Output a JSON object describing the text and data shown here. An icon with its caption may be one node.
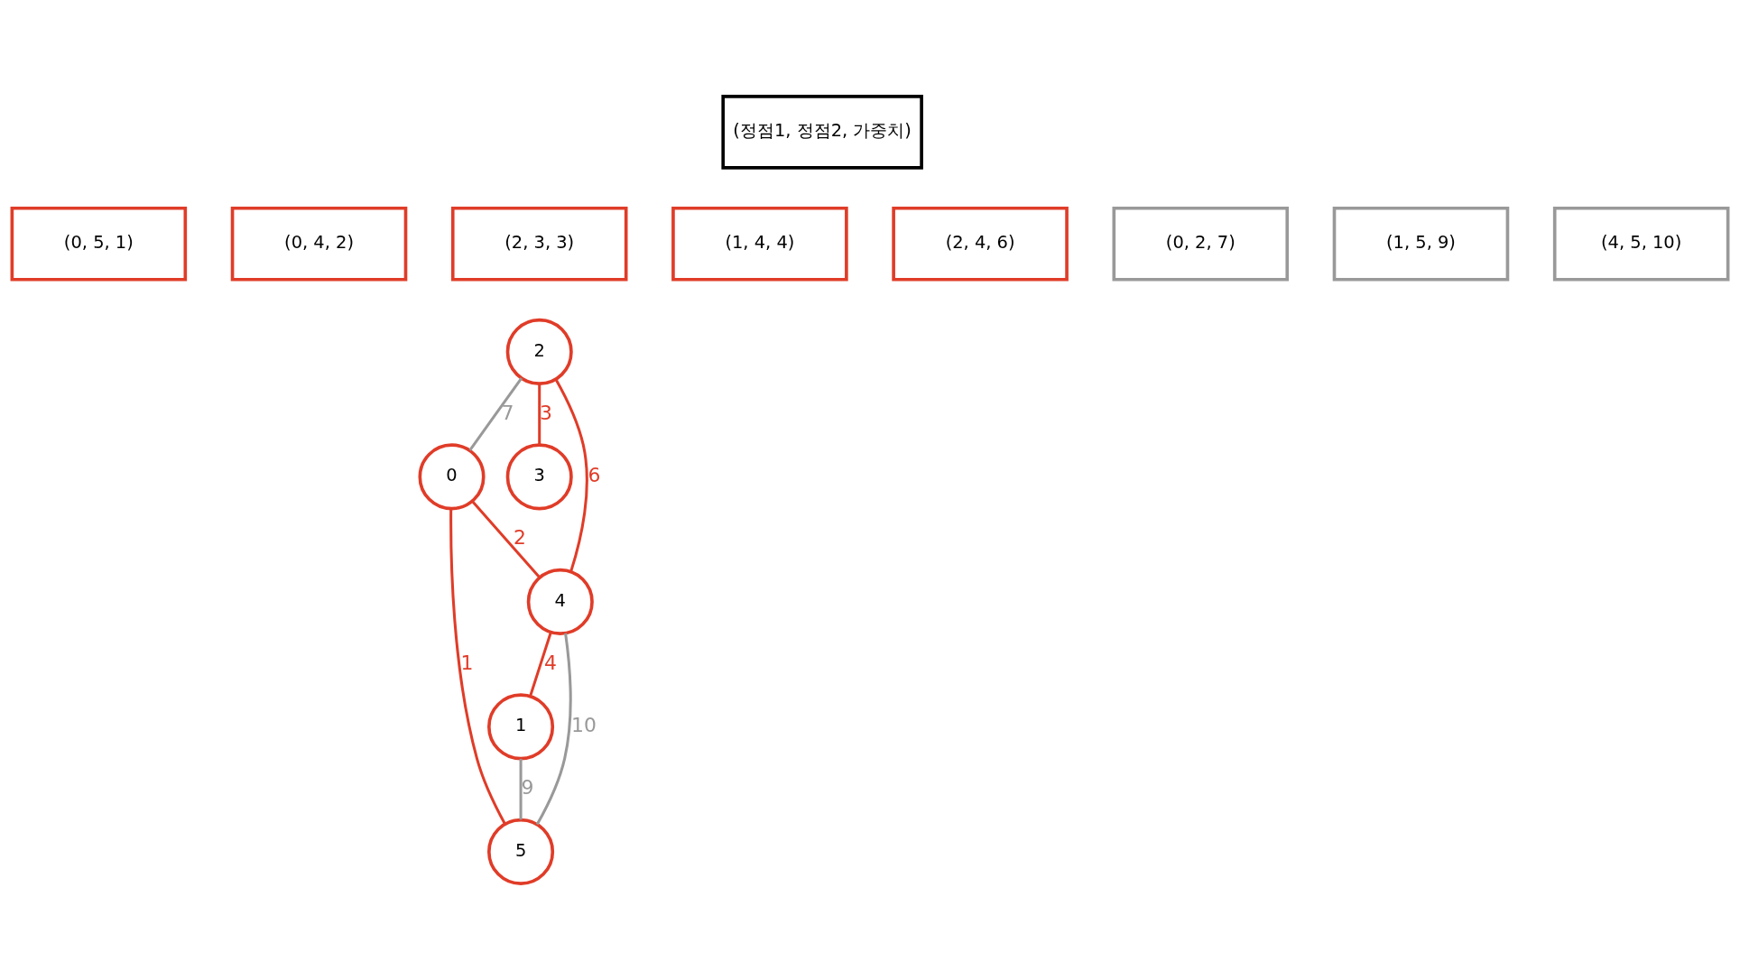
{
  "diagram": {
    "nodes": [
      {
        "text": [
          "(정점1, 정점2, 가중치)"
        ]
      },
      {
        "text": [
          "(0, 5, 1)"
        ]
      },
      {
        "text": [
          "(0, 4, 2)"
        ]
      },
      {
        "text": [
          "(2, 3, 3)"
        ]
      },
      {
        "text": [
          "(1, 4, 4)"
        ]
      },
      {
        "text": [
          "(2, 4, 6)"
        ]
      },
      {
        "text": [
          "(0, 2, 7)"
        ]
      },
      {
        "text": [
          "(1, 5, 9)"
        ]
      },
      {
        "text": [
          "(4, 5, 10)"
        ]
      },
      {
        "text": [
          "2"
        ]
      },
      {
        "text": [
          "0"
        ]
      },
      {
        "text": [
          "3"
        ]
      },
      {
        "text": [
          "4"
        ]
      },
      {
        "text": [
          "5"
        ]
      },
      {
        "text": [
          "1"
        ]
      }
    ],
    "edges": [
      {
        "from": 9,
        "to": 10,
        "arrow": "none",
        "label": "7",
        "color": "#999999"
      },
      {
        "from": 9,
        "to": 11,
        "arrow": "none",
        "label": "3"
      },
      {
        "from": 9,
        "to": 12,
        "arrow": "none",
        "label": "6"
      },
      {
        "from": 10,
        "to": 12,
        "arrow": "none",
        "label": "2"
      },
      {
        "from": 10,
        "to": 13,
        "arrow": "none",
        "label": "1"
      },
      {
        "from": 12,
        "to": 13,
        "arrow": "none",
        "label": "10",
        "color": "#999999"
      },
      {
        "from": 12,
        "to": 14,
        "arrow": "none",
        "label": "4"
      },
      {
        "from": 14,
        "to": 13,
        "arrow": "none",
        "label": "9",
        "color": "#999999"
      }
    ]
  }
}
